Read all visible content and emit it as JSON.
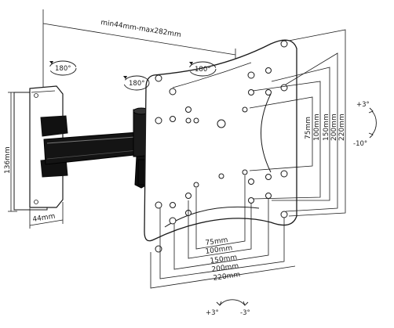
{
  "image": {
    "width": 502,
    "height": 414,
    "background": "#ffffff",
    "line_color": "#1a1a1a",
    "arm_color": "#111111"
  },
  "labels": {
    "extension_range": "min44mm-max282mm",
    "wall_plate_height": "136mm",
    "wall_plate_depth": "44mm",
    "swivel_wall": "180°",
    "swivel_middle": "180°",
    "swivel_head": "180°",
    "tilt_up": "+3°",
    "tilt_down": "-10°",
    "rotate_left": "+3°",
    "rotate_right": "-3°"
  },
  "vesa_horizontal": [
    "75mm",
    "100mm",
    "150mm",
    "200mm",
    "220mm"
  ],
  "vesa_vertical": [
    "75mm",
    "100mm",
    "150mm",
    "200mm",
    "220mm"
  ],
  "icons": {
    "rotation_arrows": "curved-arrow-icon",
    "tilt_arrows": "tilt-arc-icon"
  }
}
